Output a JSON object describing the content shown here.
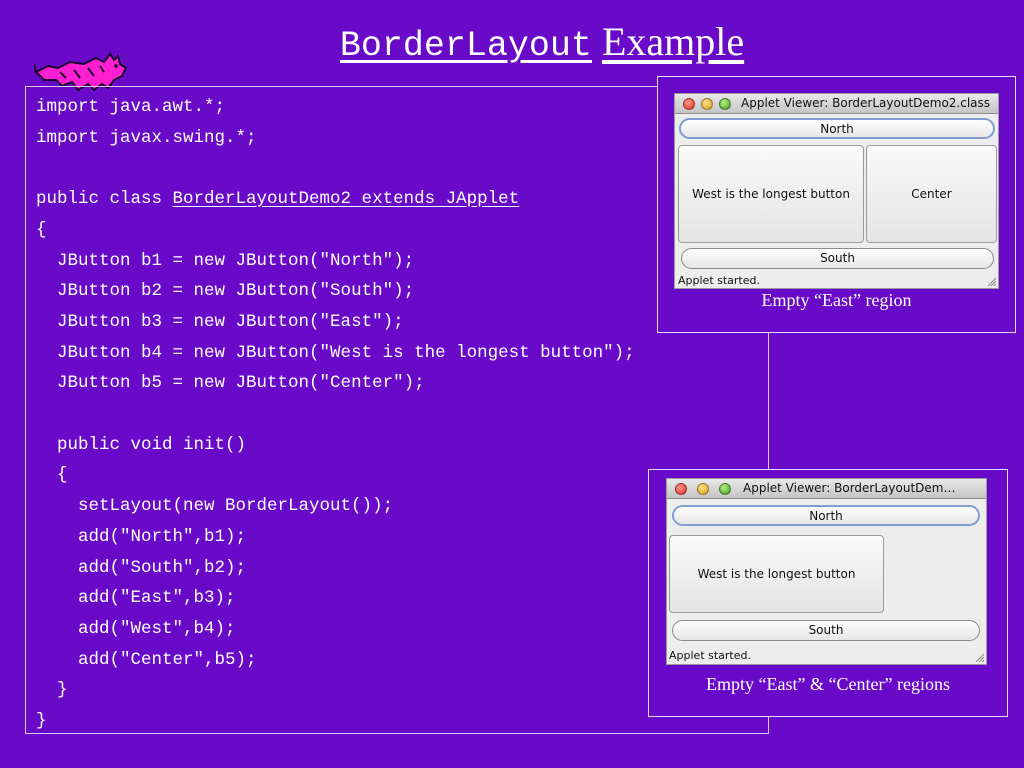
{
  "title": {
    "code_part": "BorderLayout",
    "text_part": "Example"
  },
  "code": {
    "line1": "import java.awt.*;",
    "line2": "import javax.swing.*;",
    "line3_prefix": "public class ",
    "line3_link": "BorderLayoutDemo2 extends JApplet",
    "line4": "{",
    "line5": "  JButton b1 = new JButton(\"North\");",
    "line6": "  JButton b2 = new JButton(\"South\");",
    "line7": "  JButton b3 = new JButton(\"East\");",
    "line8": "  JButton b4 = new JButton(\"West is the longest button\");",
    "line9": "  JButton b5 = new JButton(\"Center\");",
    "line10": "  public void init()",
    "line11": "  {",
    "line12": "    setLayout(new BorderLayout());",
    "line13": "    add(\"North\",b1);",
    "line14": "    add(\"South\",b2);",
    "line15": "    add(\"East\",b3);",
    "line16": "    add(\"West\",b4);",
    "line17": "    add(\"Center\",b5);",
    "line18": "  }",
    "line19": "}"
  },
  "applet1": {
    "window_title": "Applet Viewer: BorderLayoutDemo2.class",
    "north": "North",
    "west": "West is the longest button",
    "center": "Center",
    "south": "South",
    "status": "Applet started.",
    "caption": "Empty “East” region"
  },
  "applet2": {
    "window_title": "Applet Viewer: BorderLayoutDem…",
    "north": "North",
    "west": "West is the longest button",
    "south": "South",
    "status": "Applet started.",
    "caption": "Empty “East” & “Center” regions"
  },
  "icons": {
    "logo": "pink-cat-logo-icon"
  },
  "colors": {
    "background": "#6a0ac9",
    "logo": "#ff1fd0"
  }
}
